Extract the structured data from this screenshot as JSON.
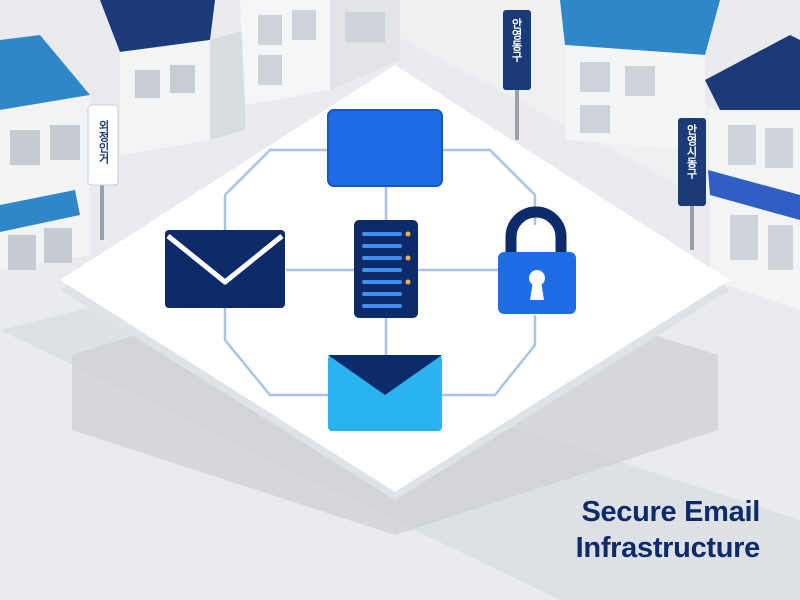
{
  "caption": {
    "line1": "Secure Email",
    "line2": "Infrastructure"
  },
  "street_signs": [
    {
      "text": "외정인거"
    },
    {
      "text": "안영동구"
    },
    {
      "text": "안영시동구"
    }
  ],
  "colors": {
    "navy": "#0d2a6b",
    "blue": "#1f6ce8",
    "cyan": "#2ab3ee",
    "connector": "#a9c4e8",
    "platform": "#ffffff",
    "ground": "#e9ebee",
    "roof_blue": "#2f86c9",
    "roof_navy": "#1b3a78"
  },
  "icons": {
    "top": "folder-icon",
    "left": "envelope-icon",
    "center": "server-icon",
    "right": "padlock-icon",
    "bottom": "envelope-icon"
  }
}
